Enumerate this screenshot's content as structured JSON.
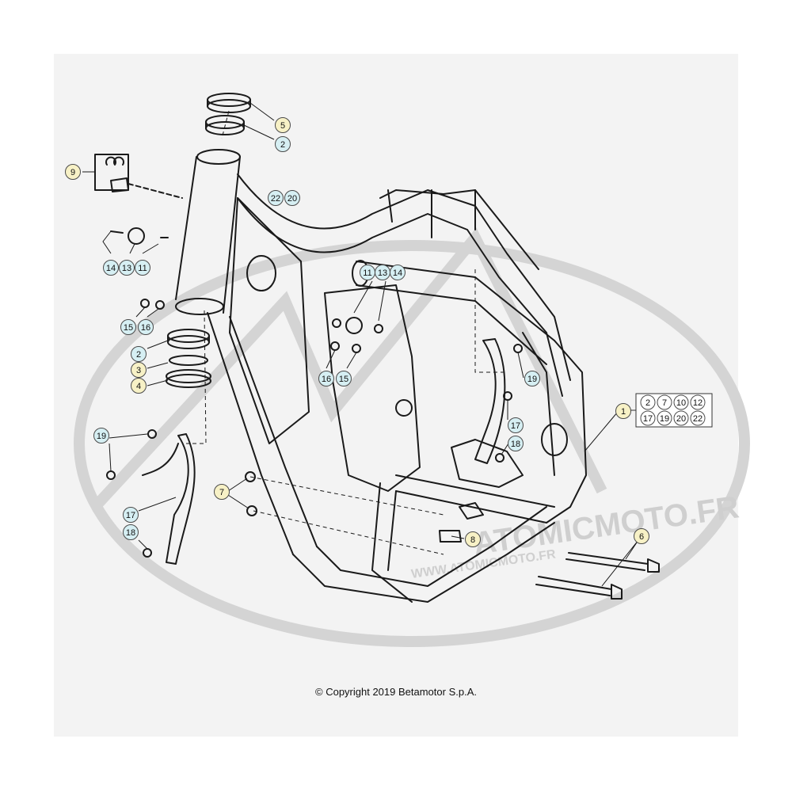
{
  "copyright": "© Copyright 2019 Betamotor S.p.A.",
  "watermark": {
    "site": "ATOMICMOTO.FR",
    "url_fragment": "WWW.ATOMICMOTO.FR"
  },
  "colors": {
    "callout_yellow": "#f7f1c6",
    "callout_blue": "#d6eff3",
    "callout_stroke": "#4a4a4a",
    "line": "#1a1a1a",
    "watermark": "#d4d4d4",
    "sheet": "#f3f3f3"
  },
  "callouts": [
    {
      "id": "c5",
      "label": "5",
      "style": "yellow"
    },
    {
      "id": "c2a",
      "label": "2",
      "style": "blue"
    },
    {
      "id": "c9",
      "label": "9",
      "style": "yellow"
    },
    {
      "id": "c22a",
      "label": "22",
      "style": "blue"
    },
    {
      "id": "c20a",
      "label": "20",
      "style": "blue"
    },
    {
      "id": "c14a",
      "label": "14",
      "style": "blue"
    },
    {
      "id": "c13a",
      "label": "13",
      "style": "blue"
    },
    {
      "id": "c11a",
      "label": "11",
      "style": "blue"
    },
    {
      "id": "c15a",
      "label": "15",
      "style": "blue"
    },
    {
      "id": "c16a",
      "label": "16",
      "style": "blue"
    },
    {
      "id": "c2b",
      "label": "2",
      "style": "blue"
    },
    {
      "id": "c3",
      "label": "3",
      "style": "yellow"
    },
    {
      "id": "c4",
      "label": "4",
      "style": "yellow"
    },
    {
      "id": "c11b",
      "label": "11",
      "style": "blue"
    },
    {
      "id": "c13b",
      "label": "13",
      "style": "blue"
    },
    {
      "id": "c14b",
      "label": "14",
      "style": "blue"
    },
    {
      "id": "c16b",
      "label": "16",
      "style": "blue"
    },
    {
      "id": "c15b",
      "label": "15",
      "style": "blue"
    },
    {
      "id": "c19a",
      "label": "19",
      "style": "blue"
    },
    {
      "id": "c17a",
      "label": "17",
      "style": "blue"
    },
    {
      "id": "c18a",
      "label": "18",
      "style": "blue"
    },
    {
      "id": "c1",
      "label": "1",
      "style": "yellow"
    },
    {
      "id": "c19b",
      "label": "19",
      "style": "blue"
    },
    {
      "id": "c17b",
      "label": "17",
      "style": "blue"
    },
    {
      "id": "c18b",
      "label": "18",
      "style": "blue"
    },
    {
      "id": "c7",
      "label": "7",
      "style": "yellow"
    },
    {
      "id": "c8",
      "label": "8",
      "style": "yellow"
    },
    {
      "id": "c6",
      "label": "6",
      "style": "yellow"
    }
  ],
  "kit_box": {
    "label": "1",
    "contents": [
      "2",
      "7",
      "10",
      "12",
      "17",
      "19",
      "20",
      "22"
    ]
  }
}
